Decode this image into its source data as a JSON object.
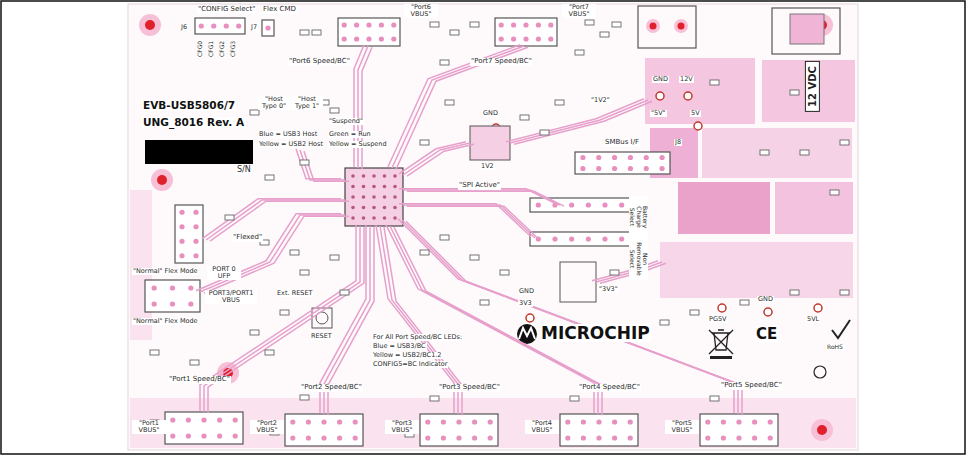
{
  "diagram": {
    "nodes": [
      {
        "text": [
          "12 VDC"
        ]
      }
    ],
    "labels": [
      "\"CONFIG Select\"",
      "J6",
      "CFG0",
      "CFG1",
      "CFG2",
      "CFG3",
      "Flex CMD",
      "J7",
      "\"Port6 VBUS\"",
      "\"Port7 VBUS\"",
      "\"Port6 Speed/BC\"",
      "\"Port7 Speed/BC\"",
      "EVB-USB5806/7",
      "UNG_8016 Rev. A",
      "S/N",
      "\"Host Type 0\"",
      "\"Host Type 1\"",
      "\"Suspend\"",
      "Blue = USB3 Host",
      "Yellow = USB2 Host",
      "Green = Run",
      "Yellow = Suspend",
      "GND",
      "1V2",
      "\"1V2\"",
      "SMBus I/F",
      "J8",
      "\"SPI Active\"",
      "Battery Charge Select",
      "Non Removable Select",
      "GND",
      "12V",
      "\"5V\"",
      "5V",
      "\"Flexed\"",
      "PORT 0 UFP",
      "\"Normal\" Flex Mode",
      "PORT3/PORT1 VBUS",
      "\"Normal\" Flex Mode",
      "Ext. RESET",
      "RESET",
      "For All Port Speed/BC LEDs:",
      "Blue = USB3/BC",
      "Yellow = USB2/BC1.2",
      "CONFIG5=BC Indicator",
      "MICROCHIP",
      "GND",
      "3V3",
      "\"3V3\"",
      "PG5V",
      "GND",
      "5VL",
      "CE",
      "RoHS",
      "\"Port1 Speed/BC\"",
      "\"Port2 Speed/BC\"",
      "\"Port3 Speed/BC\"",
      "\"Port4 Speed/BC\"",
      "\"Port5 Speed/BC\"",
      "\"Port1 VBUS\"",
      "\"Port2 VBUS\"",
      "\"Port3 VBUS\"",
      "\"Port4 VBUS\"",
      "\"Port5 VBUS\""
    ]
  }
}
